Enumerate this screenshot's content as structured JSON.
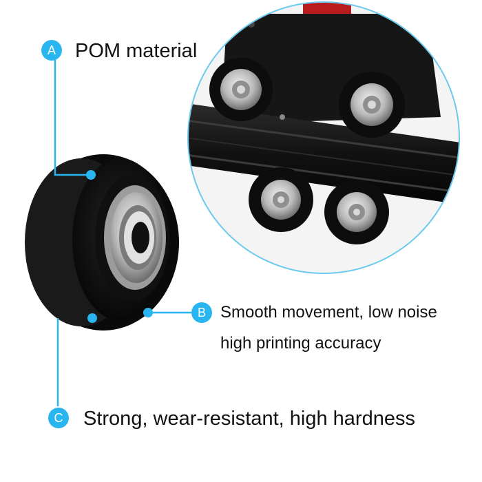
{
  "accent_color": "#29b6f0",
  "callouts": {
    "a": {
      "letter": "A",
      "text": "POM material"
    },
    "b": {
      "letter": "B",
      "line1": "Smooth movement, low noise",
      "line2": "high printing accuracy"
    },
    "c": {
      "letter": "C",
      "text": "Strong, wear-resistant, high hardness"
    }
  },
  "illustrations": {
    "wheel": "v-slot-pulley-wheel",
    "inset": "printer-gantry-rail-closeup"
  }
}
